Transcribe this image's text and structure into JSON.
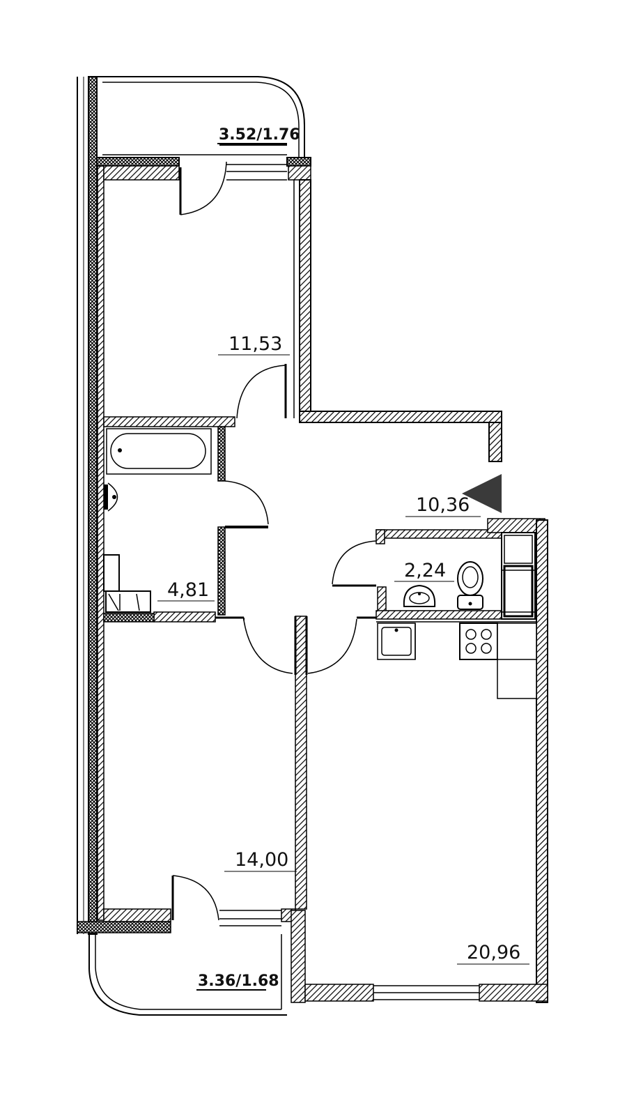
{
  "rooms": {
    "bedroom_top": "11,53",
    "hallway": "10,36",
    "wc": "2,24",
    "bathroom": "4,81",
    "bedroom_bottom": "14,00",
    "kitchen_living": "20,96"
  },
  "balconies": {
    "top": "3.52/1.76",
    "bottom": "3.36/1.68"
  },
  "colors": {
    "line": "#000000",
    "hatch": "#000000",
    "background": "#ffffff",
    "entrance_marker": "#3a3a3a"
  }
}
